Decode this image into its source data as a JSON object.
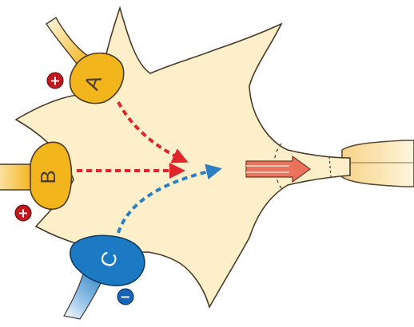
{
  "terminals": [
    {
      "id": "a",
      "label": "A",
      "sign": "+",
      "color": "#f2b51c",
      "arrow_color": "#e0262b"
    },
    {
      "id": "b",
      "label": "B",
      "sign": "+",
      "color": "#f2b51c",
      "arrow_color": "#e0262b"
    },
    {
      "id": "c",
      "label": "C",
      "sign": "−",
      "color": "#1b7ac3",
      "arrow_color": "#2a7fc4"
    }
  ],
  "colors": {
    "cell_body": "#fcefc9",
    "cell_outline": "#4a3a28",
    "excitatory_sign": "#c4161c",
    "inhibitory_sign": "#1565b4",
    "summed_signal": "#e9735c"
  }
}
